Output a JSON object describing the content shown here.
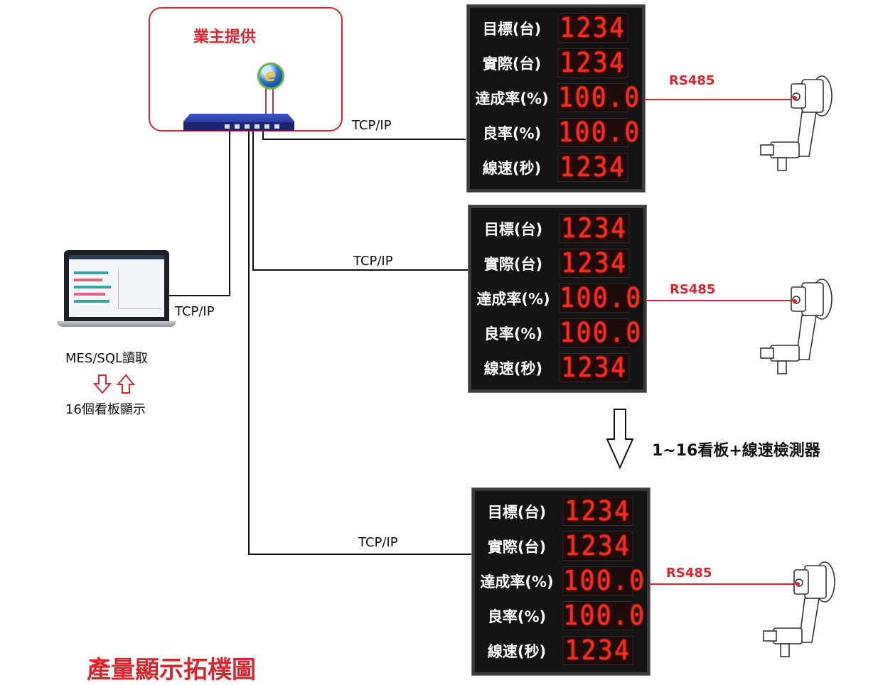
{
  "title": "產量顯示拓樸圖",
  "owner_box": {
    "label": "業主提供"
  },
  "links": {
    "tcp1": "TCP/IP",
    "tcp2": "TCP/IP",
    "tcp3": "TCP/IP",
    "tcp_laptop": "TCP/IP",
    "rs1": "RS485",
    "rs2": "RS485",
    "rs3": "RS485"
  },
  "laptop": {
    "read_label": "MES/SQL讀取",
    "display_label": "16個看板顯示"
  },
  "expand_note": "1~16看板+線速檢測器",
  "panels": [
    {
      "rows": [
        {
          "label": "目標(台)",
          "value": "1234"
        },
        {
          "label": "實際(台)",
          "value": "1234"
        },
        {
          "label": "達成率(%)",
          "value": "100.0"
        },
        {
          "label": "良率(%)",
          "value": "100.0"
        },
        {
          "label": "線速(秒)",
          "value": "1234"
        }
      ]
    },
    {
      "rows": [
        {
          "label": "目標(台)",
          "value": "1234"
        },
        {
          "label": "實際(台)",
          "value": "1234"
        },
        {
          "label": "達成率(%)",
          "value": "100.0"
        },
        {
          "label": "良率(%)",
          "value": "100.0"
        },
        {
          "label": "線速(秒)",
          "value": "1234"
        }
      ]
    },
    {
      "rows": [
        {
          "label": "目標(台)",
          "value": "1234"
        },
        {
          "label": "實際(台)",
          "value": "1234"
        },
        {
          "label": "達成率(%)",
          "value": "100.0"
        },
        {
          "label": "良率(%)",
          "value": "100.0"
        },
        {
          "label": "線速(秒)",
          "value": "1234"
        }
      ]
    }
  ],
  "colors": {
    "accent_red": "#d9262c",
    "led_red": "#ff2a1e",
    "panel_bg": "#141414"
  }
}
